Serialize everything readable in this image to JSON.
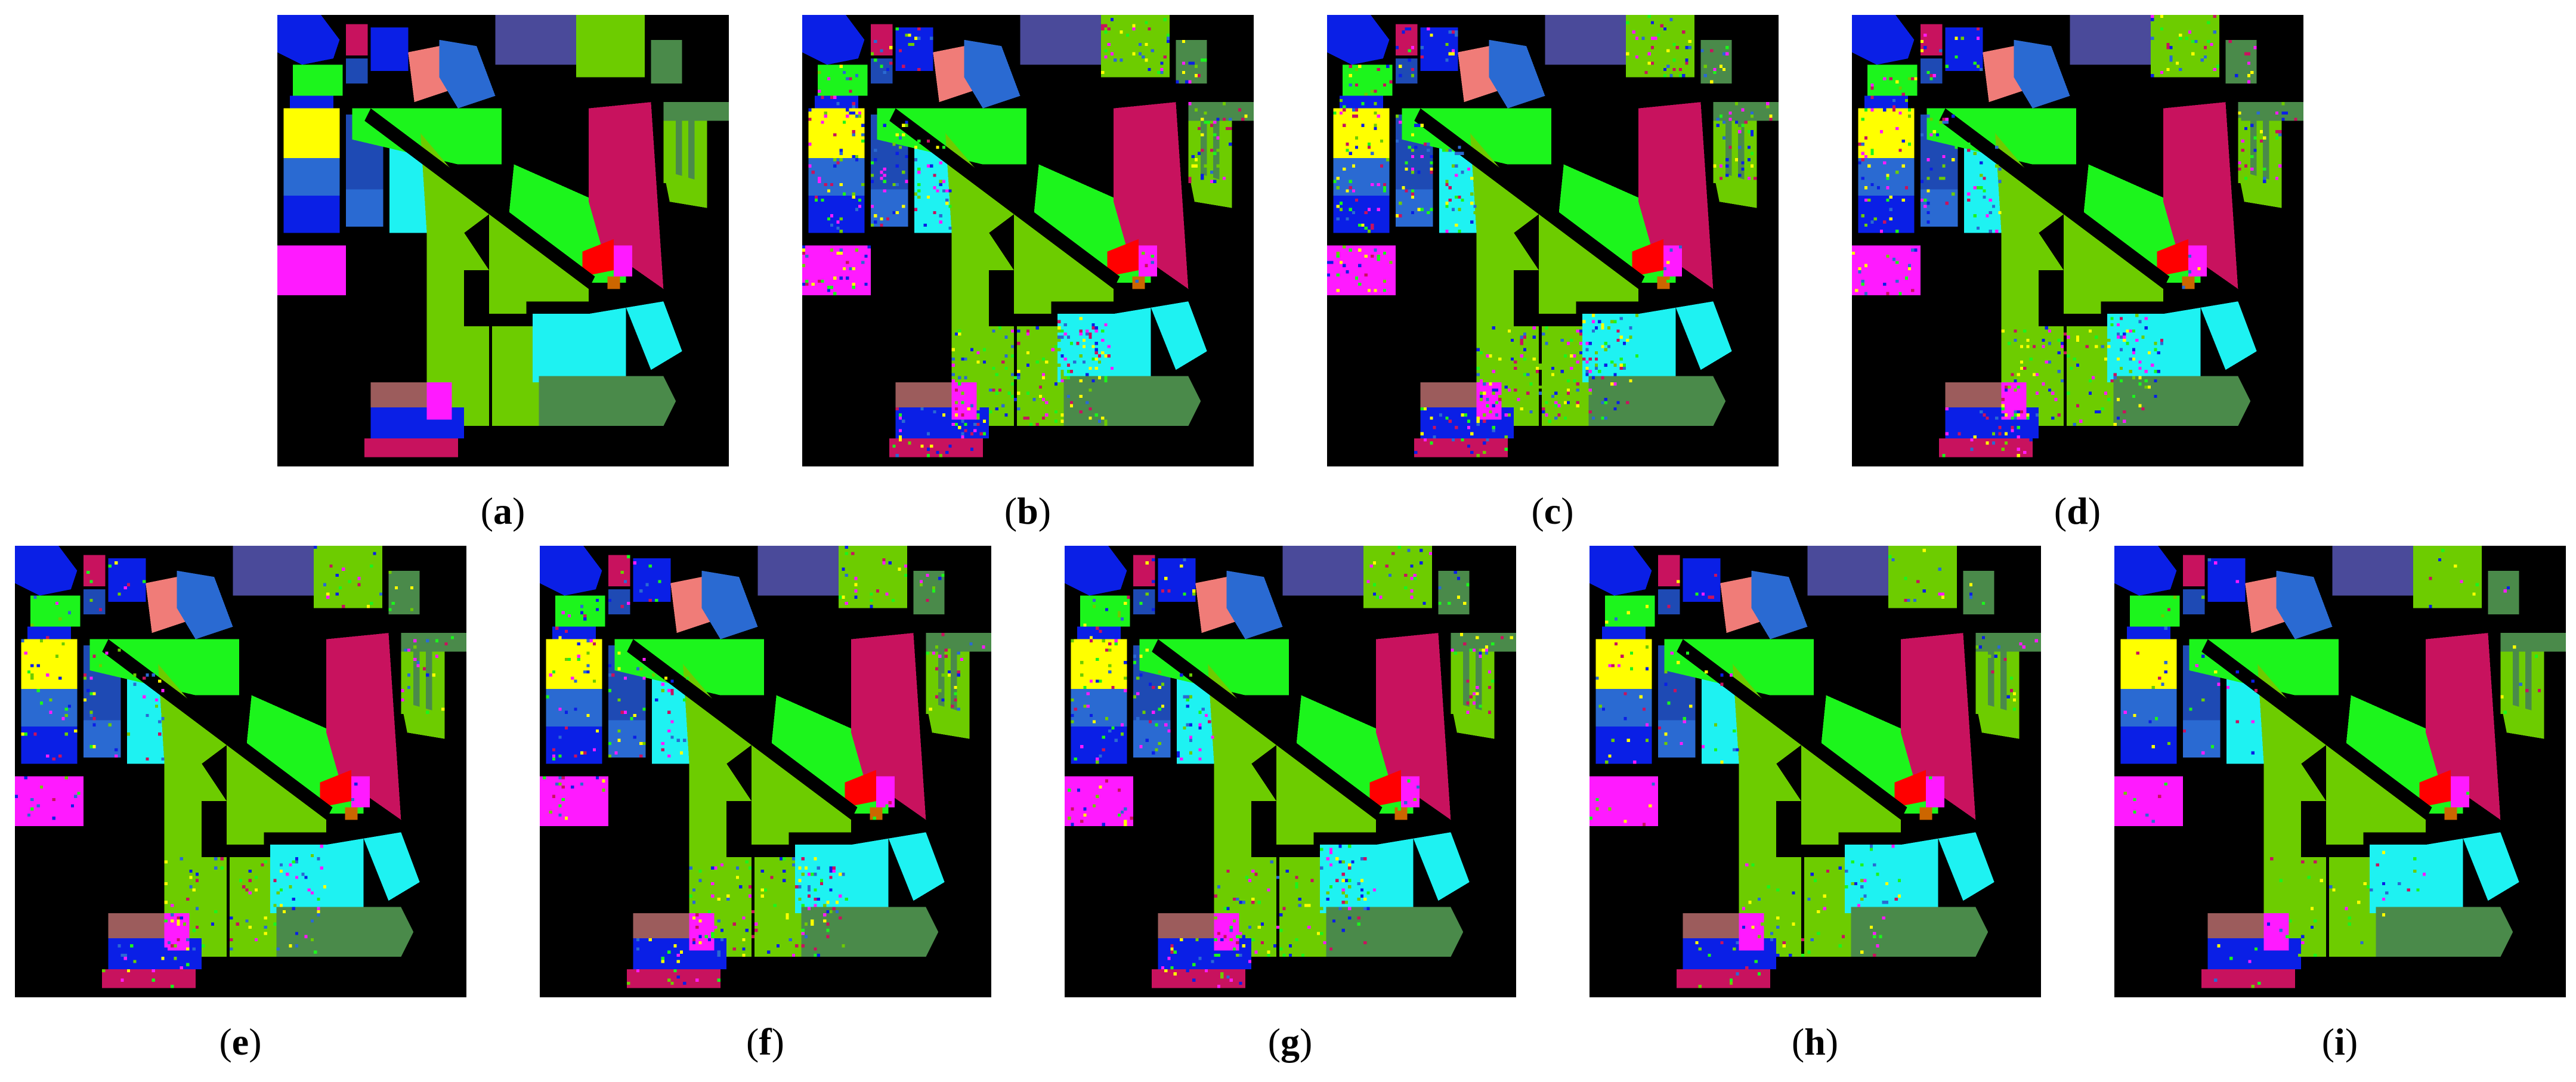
{
  "figure": {
    "panels": [
      {
        "label": "a",
        "noise": 0.0
      },
      {
        "label": "b",
        "noise": 0.28
      },
      {
        "label": "c",
        "noise": 0.26
      },
      {
        "label": "d",
        "noise": 0.22
      },
      {
        "label": "e",
        "noise": 0.14
      },
      {
        "label": "f",
        "noise": 0.18
      },
      {
        "label": "g",
        "noise": 0.2
      },
      {
        "label": "h",
        "noise": 0.1
      },
      {
        "label": "i",
        "noise": 0.06
      }
    ]
  },
  "palette": {
    "background": "#000000",
    "blue": "#0a1fe6",
    "light_green": "#6dcc00",
    "bright_green": "#1cf51c",
    "crimson": "#c8125e",
    "cyan": "#1ef2f2",
    "magenta": "#ff1aff",
    "yellow": "#ffff00",
    "dark_green": "#4a8a4a",
    "sea_green": "#12c86e",
    "slate_blue": "#4a4a9a",
    "salmon": "#f07c78",
    "steel_blue": "#2a6ad2",
    "brown": "#9c5c5c",
    "red": "#ff0000",
    "orange": "#cc6600",
    "navy": "#1e4ab4"
  }
}
